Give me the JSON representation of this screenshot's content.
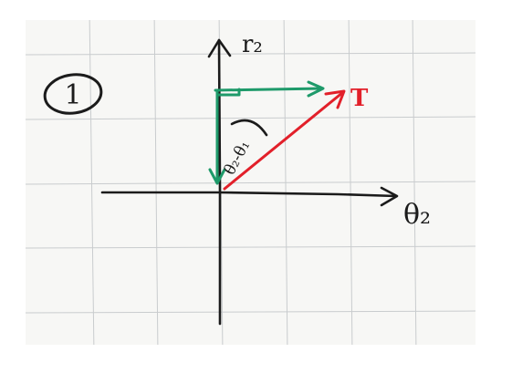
{
  "sketch": {
    "circled_number": "1",
    "vertical_axis_label": "r₂",
    "horizontal_axis_label": "θ₂",
    "resultant_label": "T",
    "angle_label": "θ₂-θ₁"
  },
  "colors": {
    "ink": "#1b1b1b",
    "green": "#1e9a6a",
    "red": "#e2202a",
    "grid": "#c9ccce",
    "paper": "#f7f7f5"
  }
}
